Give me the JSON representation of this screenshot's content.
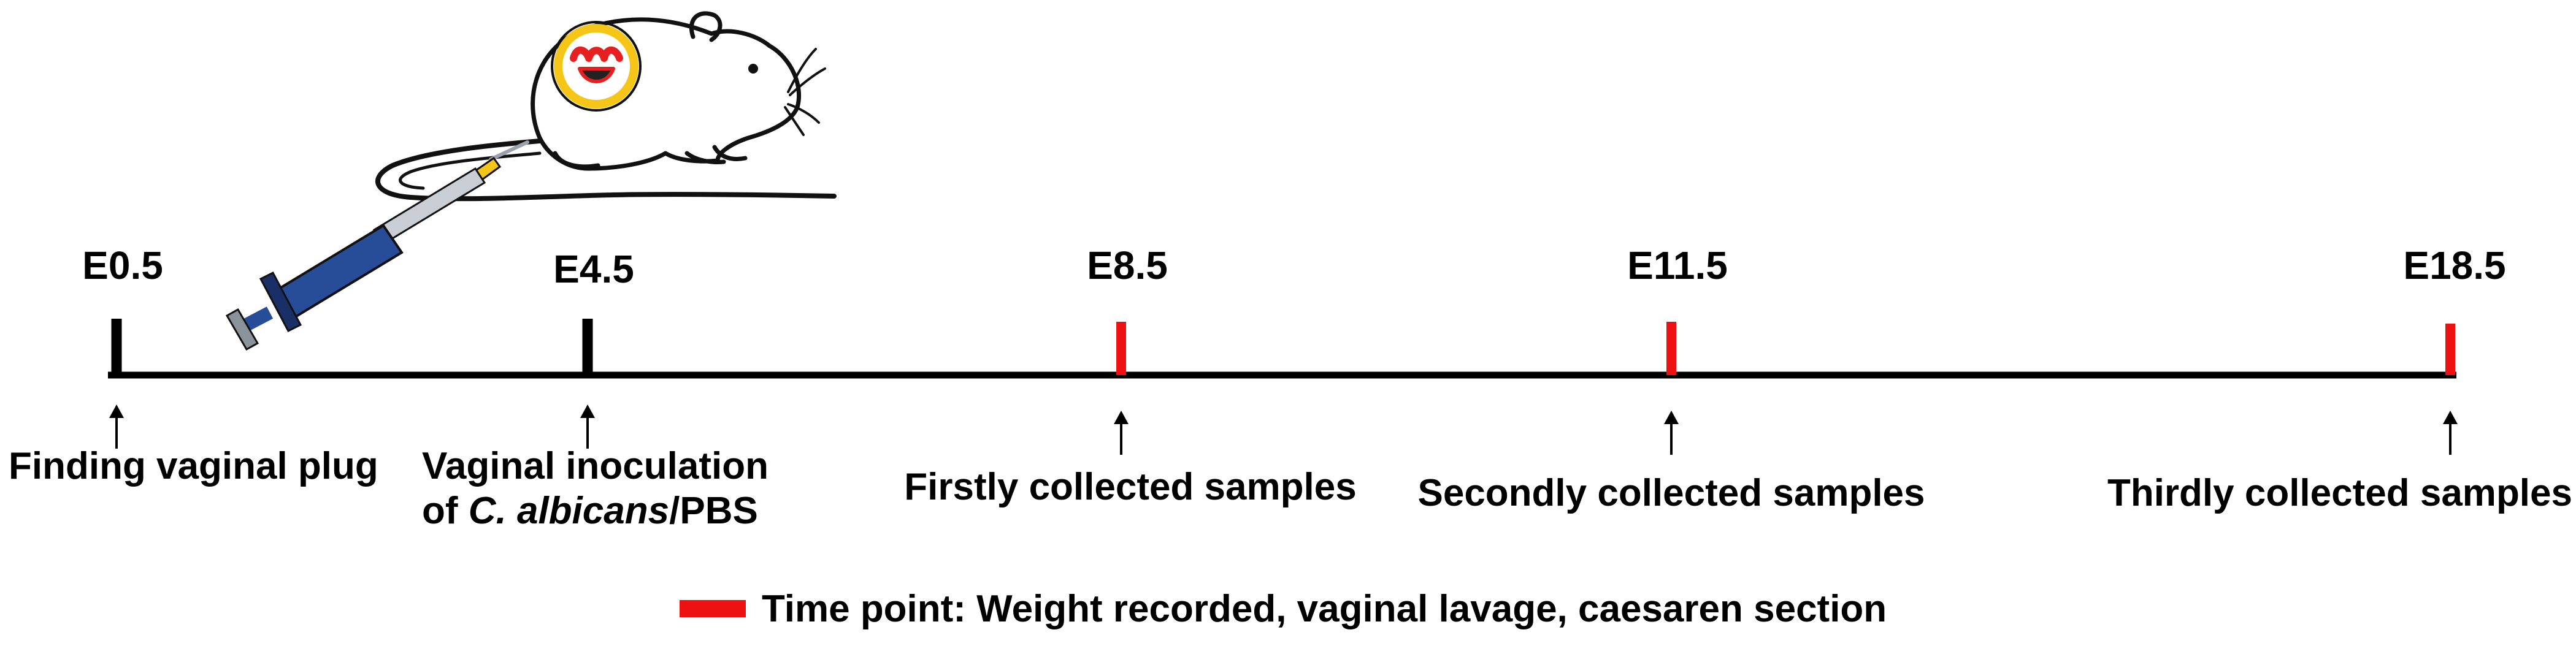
{
  "timeline": {
    "timepoints": [
      {
        "label": "E0.5",
        "kind": "procedure"
      },
      {
        "label": "E4.5",
        "kind": "procedure"
      },
      {
        "label": "E8.5",
        "kind": "sampling"
      },
      {
        "label": "E11.5",
        "kind": "sampling"
      },
      {
        "label": "E18.5",
        "kind": "sampling"
      }
    ],
    "events": [
      {
        "lines": [
          "Finding vaginal plug"
        ]
      },
      {
        "lines": [
          "Vaginal inoculation",
          "of "
        ],
        "italic": "C. albicans",
        "suffix": "/PBS"
      },
      {
        "lines": [
          "Firstly collected samples"
        ]
      },
      {
        "lines": [
          "Secondly collected samples"
        ]
      },
      {
        "lines": [
          "Thirdly collected samples"
        ]
      }
    ]
  },
  "legend": {
    "text": "Time point: Weight recorded, vaginal lavage, caesaren section"
  },
  "colors": {
    "axis": "#000000",
    "procedure_tick": "#000000",
    "sampling_tick": "#ee1111",
    "syringe_barrel": "#274d99",
    "syringe_dark": "#1a2f66",
    "needle": "#9aa3ad",
    "needle_hub": "#f5c518",
    "uterus_ring": "#f5c518",
    "uterus_red": "#e62020"
  }
}
